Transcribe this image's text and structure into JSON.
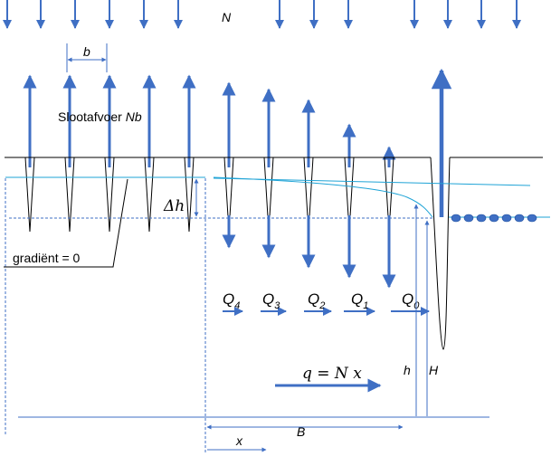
{
  "labels": {
    "N": "N",
    "b": "b",
    "slootafvoer_prefix": "Slootafvoer ",
    "slootafvoer_var": "Nb",
    "delta_h": "Δh",
    "gradient": "gradiënt = 0",
    "q4": "Q",
    "q4_sub": "4",
    "q3": "Q",
    "q3_sub": "3",
    "q2": "Q",
    "q2_sub": "2",
    "q1": "Q",
    "q1_sub": "1",
    "q0": "Q",
    "q0_sub": "0",
    "h": "h",
    "H": "H",
    "q_formula": "q = N x",
    "B": "B",
    "x": "x"
  },
  "colors": {
    "arrow_blue": "#3f6fc4",
    "water_line": "#1ea3d6",
    "outline": "#000000"
  }
}
